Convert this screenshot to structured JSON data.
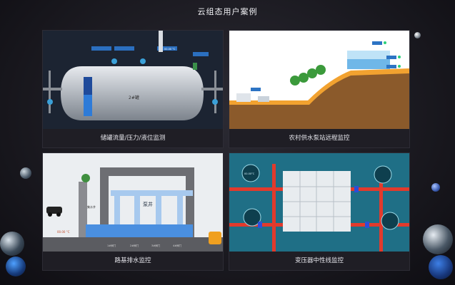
{
  "page": {
    "title": "云组态用户案例"
  },
  "cards": [
    {
      "caption": "储罐流量/压力/液位监测",
      "tank_label": "2#罐",
      "readout": "00.00 °C"
    },
    {
      "caption": "农村供水泵站远程监控"
    },
    {
      "caption": "路基排水监控",
      "pump_label": "泵井",
      "temp": "00.00 °C",
      "well_label": "集水井",
      "valve_labels": [
        "1#阀门",
        "2#阀门",
        "3#阀门",
        "4#阀门"
      ]
    },
    {
      "caption": "变压器中性线监控",
      "gauge_value": "00.00°C"
    }
  ],
  "colors": {
    "background": "#17161c",
    "card": "#1e1d24",
    "pipe_red": "#e23a2c",
    "water_blue": "#2e7bd8",
    "sky_teal": "#1f6f86"
  }
}
